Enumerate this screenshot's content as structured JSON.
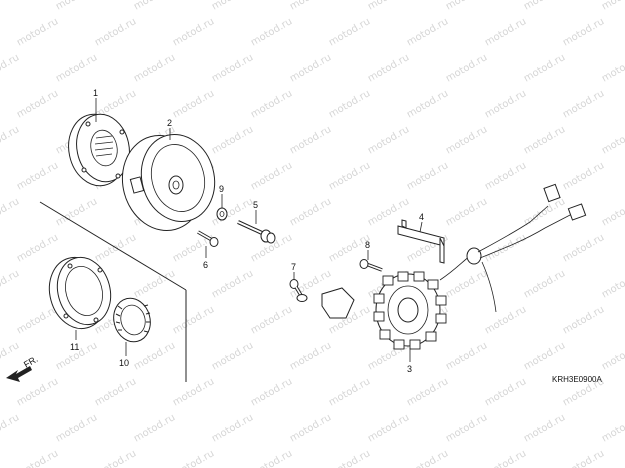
{
  "watermark": "motod.ru",
  "diagram_code": "KRH3E0900A",
  "front_marker": "FR.",
  "callouts": [
    {
      "id": "c1",
      "label": "1"
    },
    {
      "id": "c2",
      "label": "2"
    },
    {
      "id": "c3",
      "label": "3"
    },
    {
      "id": "c4",
      "label": "4"
    },
    {
      "id": "c5",
      "label": "5"
    },
    {
      "id": "c6",
      "label": "6"
    },
    {
      "id": "c7",
      "label": "7"
    },
    {
      "id": "c8",
      "label": "8"
    },
    {
      "id": "c9",
      "label": "9"
    },
    {
      "id": "c10",
      "label": "10"
    },
    {
      "id": "c11",
      "label": "11"
    }
  ]
}
